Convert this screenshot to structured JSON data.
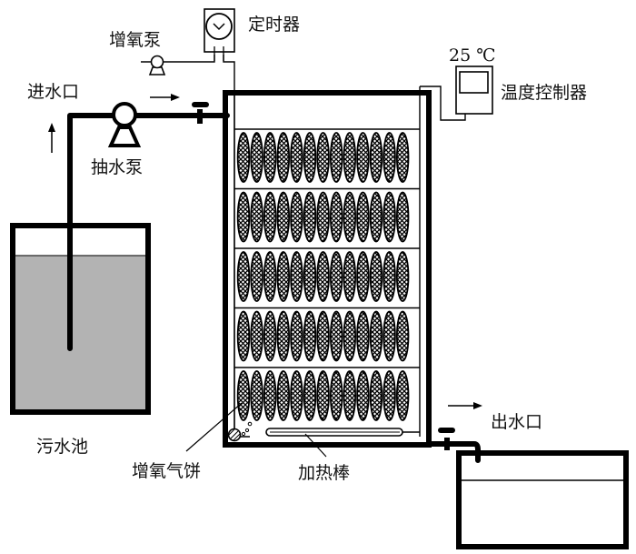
{
  "diagram": {
    "labels": {
      "inlet": "进水口",
      "suction_pump": "抽水泵",
      "aeration_pump": "增氧泵",
      "timer": "定时器",
      "temperature_setpoint": "25 ℃",
      "temperature_controller": "温度控制器",
      "sewage_tank": "污水池",
      "air_stone": "增氧气饼",
      "heater_rod": "加热棒",
      "outlet": "出水口"
    },
    "tank": {
      "shelf_count": 5,
      "nets_per_shelf": 13
    },
    "colors": {
      "line": "#000000",
      "water": "#b3b3b3",
      "background": "#ffffff"
    }
  }
}
